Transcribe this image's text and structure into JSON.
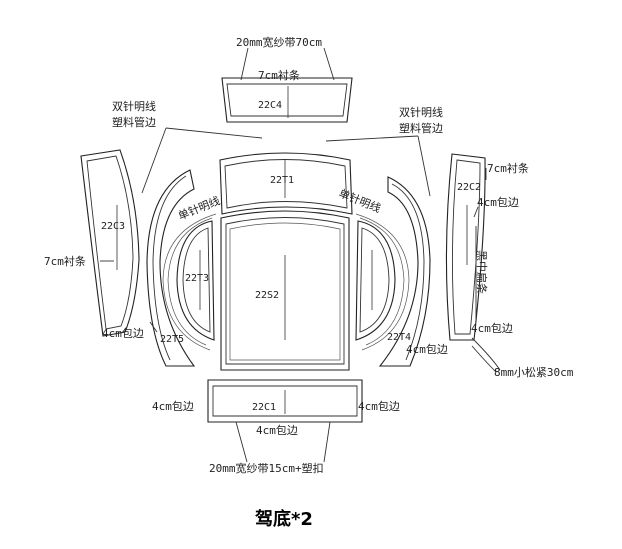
{
  "title": "驾底*2",
  "pieces": {
    "c4": "22C4",
    "t1": "22T1",
    "c3": "22C3",
    "c2": "22C2",
    "t3": "22T3",
    "s2": "22S2",
    "t5": "22T5",
    "t4": "22T4",
    "c1": "22C1"
  },
  "notes": {
    "webbing_top": "20mm宽纱带70cm",
    "lining_top": "7cm衬条",
    "double_needle_left_1": "双针明线",
    "double_needle_left_2": "塑料管边",
    "double_needle_right_1": "双针明线",
    "double_needle_right_2": "塑料管边",
    "single_needle_left": "单针明线",
    "single_needle_right": "单针明线",
    "lining_right": "7cm衬条",
    "binding_right_top": "4cm包边",
    "flat_band": "黑中扁条",
    "lining_left": "7cm衬条",
    "binding_left": "4cm包边",
    "binding_right_mid": "4cm包边",
    "binding_t4": "4cm包边",
    "elastic": "8mm小松紧30cm",
    "binding_c1_left": "4cm包边",
    "binding_c1_right": "4cm包边",
    "binding_c1_bottom": "4cm包边",
    "webbing_bottom": "20mm宽纱带15cm+塑扣"
  }
}
